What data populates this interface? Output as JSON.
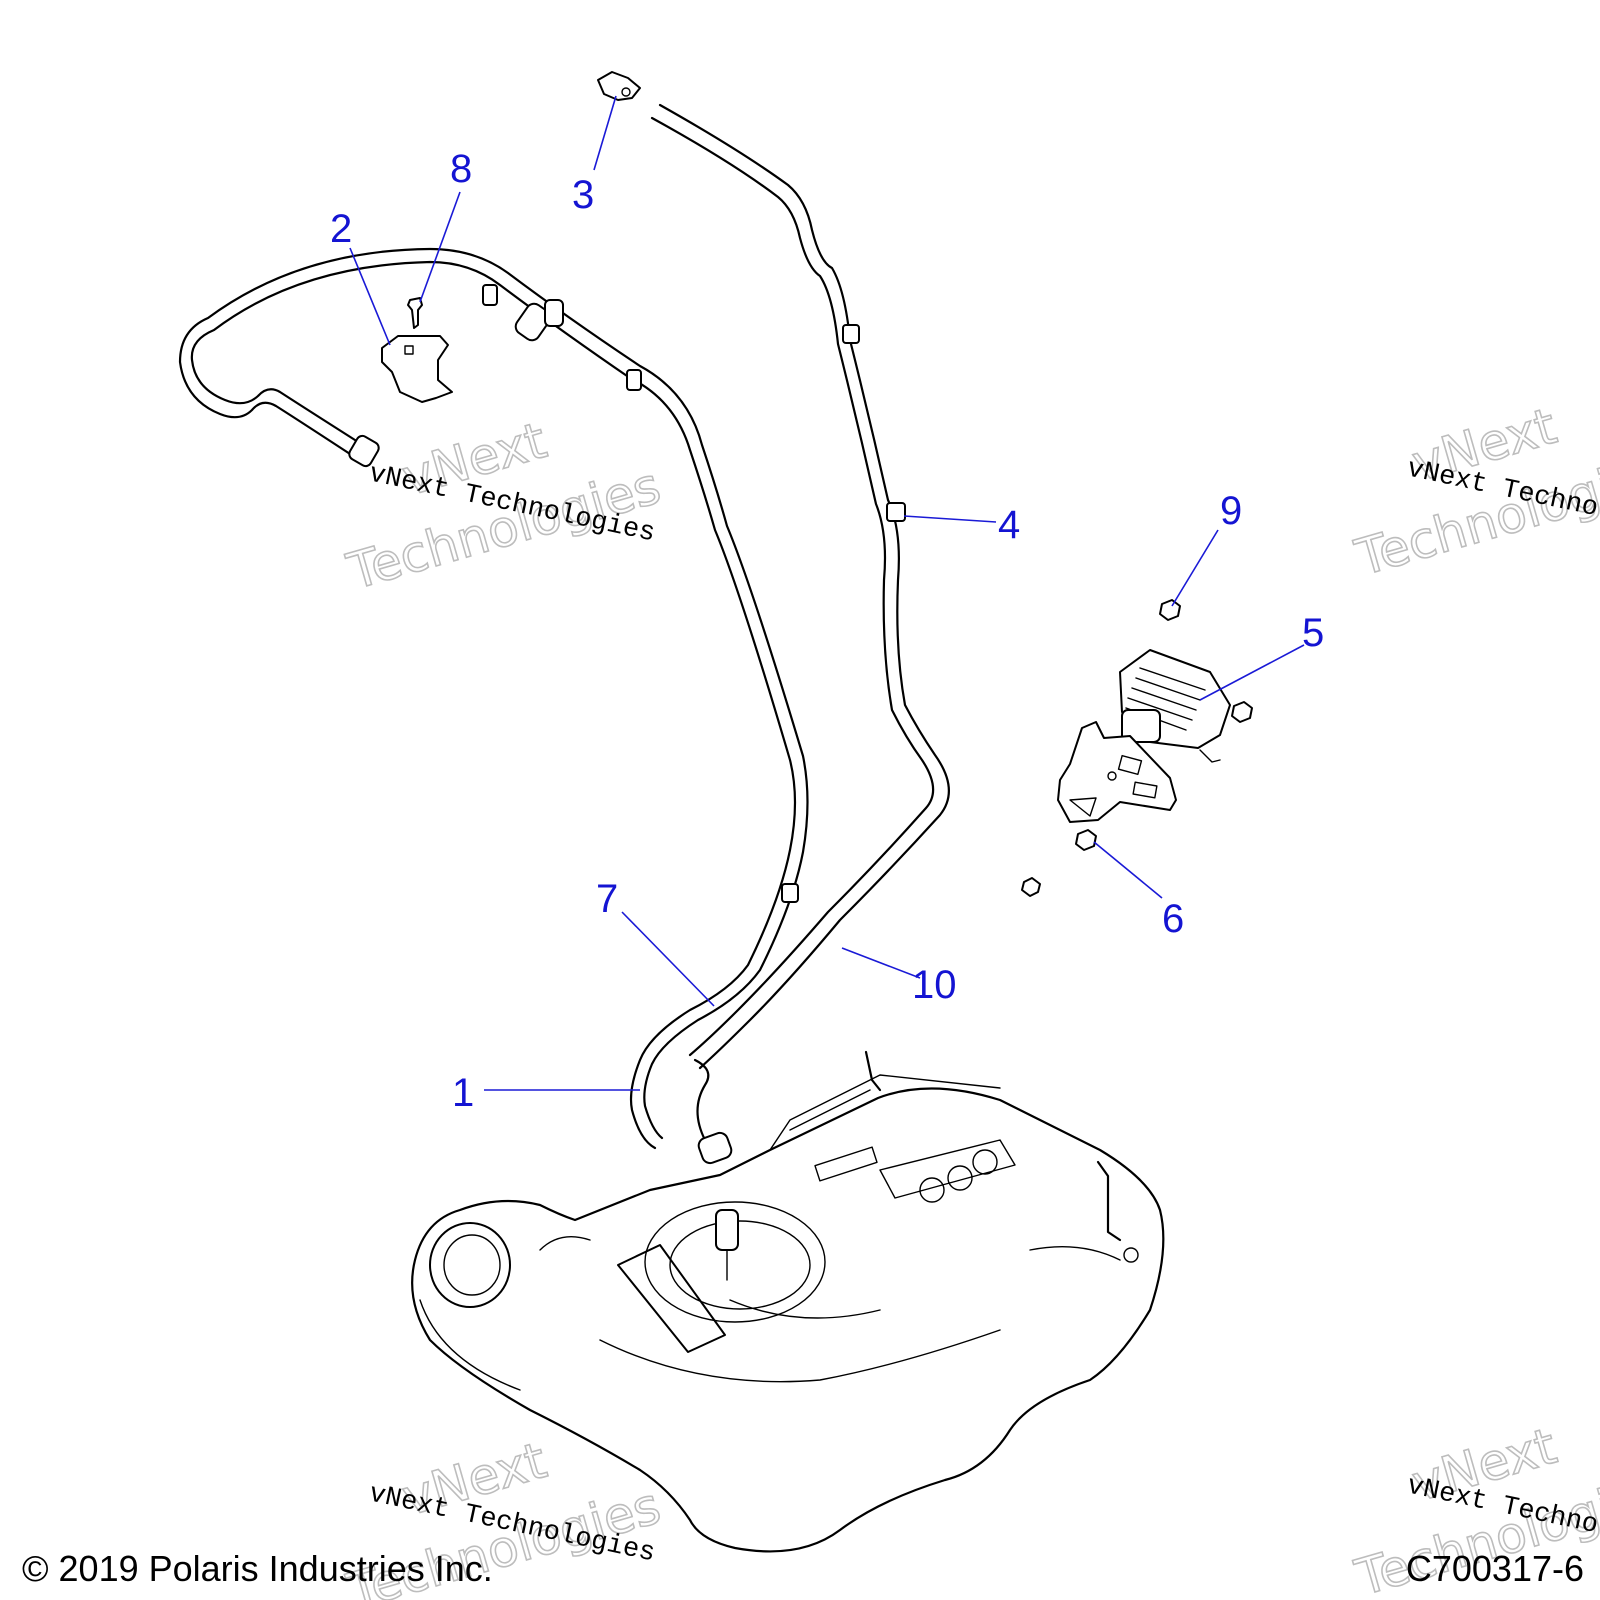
{
  "callouts": [
    "1",
    "2",
    "3",
    "4",
    "5",
    "6",
    "7",
    "8",
    "9",
    "10"
  ],
  "watermark": {
    "line1": "vNext",
    "line2": "Technologies",
    "caption": "vNext Technologies"
  },
  "footer": {
    "copyright": "© 2019 Polaris Industries Inc.",
    "drawing_id": "C700317-6"
  },
  "colors": {
    "callout": "#1414d2",
    "line_art": "#000000",
    "watermark": "#bdbdbd"
  }
}
